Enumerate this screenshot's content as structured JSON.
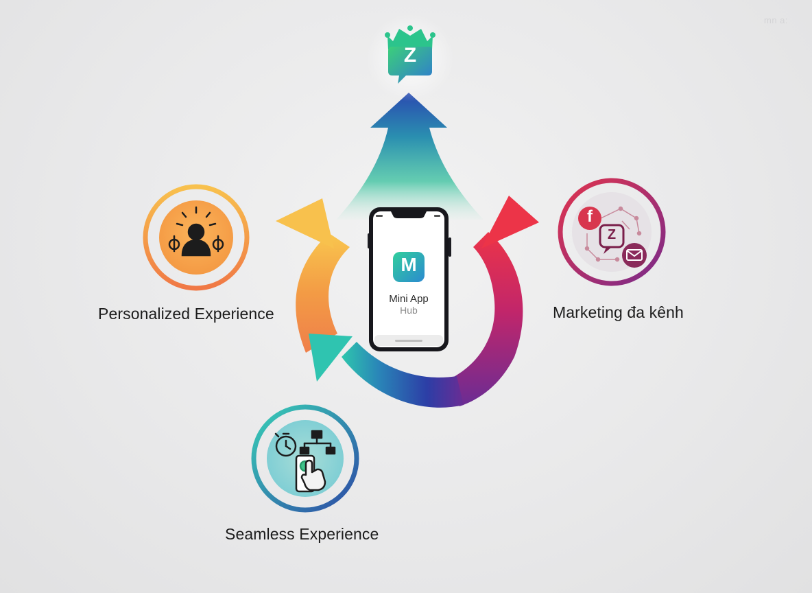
{
  "diagram": {
    "center": {
      "app_logo_letter": "M",
      "title": "Mini App",
      "subtitle": "Hub"
    },
    "top": {
      "logo_letter": "Z"
    },
    "nodes": [
      {
        "label": "Personalized Experience",
        "icon": "person-spotlight-icon"
      },
      {
        "label": "Marketing đa kênh",
        "icon": "multichannel-social-icon"
      },
      {
        "label": "Seamless Experience",
        "icon": "touch-workflow-icon"
      }
    ],
    "marketing_icon": {
      "facebook_letter": "f",
      "zalo_letter": "Z"
    },
    "watermark": "mn a:",
    "colors": {
      "orange": "#f28b3c",
      "yellow": "#f8c14d",
      "red": "#e8384f",
      "purple": "#7a2a8a",
      "blue": "#2a4aa8",
      "teal": "#2fc4b0",
      "green": "#3fc48a"
    }
  }
}
